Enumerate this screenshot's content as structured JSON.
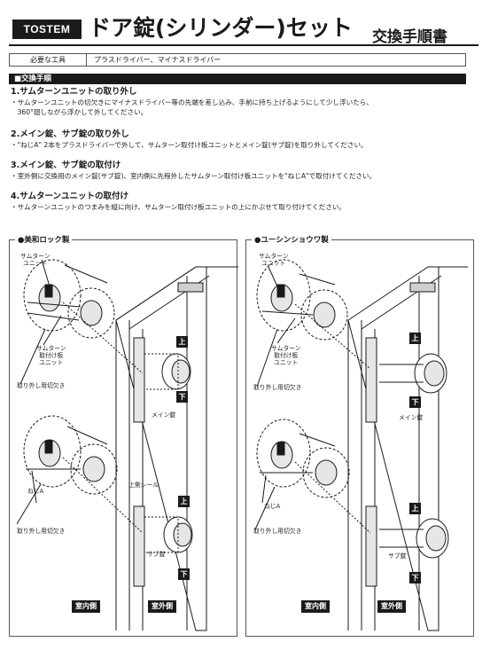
{
  "header": {
    "brand": "TOSTEM",
    "title": "ドア錠(シリンダー)セット",
    "subtitle": "交換手順書"
  },
  "tools": {
    "label": "必要な工具",
    "value": "プラスドライバー、マイナスドライバー"
  },
  "procedure": {
    "heading": "■交換手順",
    "steps": [
      {
        "title": "1.サムターンユニットの取り外し",
        "lines": [
          "・サムターンユニットの切欠きにマイナスドライバー等の先端を差し込み、手前に持ち上げるようにして少し浮いたら、",
          "　360°廻しながら浮かして外してください。"
        ]
      },
      {
        "title": "2.メイン錠、サブ錠の取り外し",
        "lines": [
          "・\"ねじA\" 2本をプラスドライバーで外して、サムターン取付け板ユニットとメイン錠(サブ錠)を取り外してください。"
        ]
      },
      {
        "title": "3.メイン錠、サブ錠の取付け",
        "lines": [
          "・室外側に交換用のメイン錠(サブ錠)、室内側に先程外したサムターン取付け板ユニットを\"ねじA\"で取付けてください。"
        ]
      },
      {
        "title": "4.サムターンユニットの取付け",
        "lines": [
          "・サムターンユニットのつまみを縦に向け、サムターン取付け板ユニットの上にかぶせて取り付けてください。"
        ]
      }
    ]
  },
  "panels": {
    "left": {
      "title": "●美和ロック製",
      "labels": {
        "thumbturn": "サムターン\nユニット",
        "plate": "サムターン\n取付け板\nユニット",
        "notch_top": "取り外し用切欠き",
        "main_lock": "メイン錠",
        "screw_a": "ねじA",
        "notch_bottom": "取り外し用切欠き",
        "top_seal": "上側シール",
        "sub_lock": "サブ錠",
        "up1": "上",
        "down1": "下",
        "up2": "上",
        "down2": "下",
        "inside": "室内側",
        "outside": "室外側"
      }
    },
    "right": {
      "title": "●ユーシンショウワ製",
      "labels": {
        "thumbturn": "サムターン\nユニット",
        "plate": "サムターン\n取付け板\nユニット",
        "notch_top": "取り外し用切欠き",
        "main_lock": "メイン錠",
        "screw_a": "ねじA",
        "notch_bottom": "取り外し用切欠き",
        "sub_lock": "サブ錠",
        "up1": "上",
        "down1": "下",
        "up2": "上",
        "down2": "下",
        "inside": "室内側",
        "outside": "室外側"
      }
    }
  },
  "colors": {
    "ink": "#1a1a1a",
    "paper": "#ffffff",
    "shade": "#cfcfcf"
  }
}
